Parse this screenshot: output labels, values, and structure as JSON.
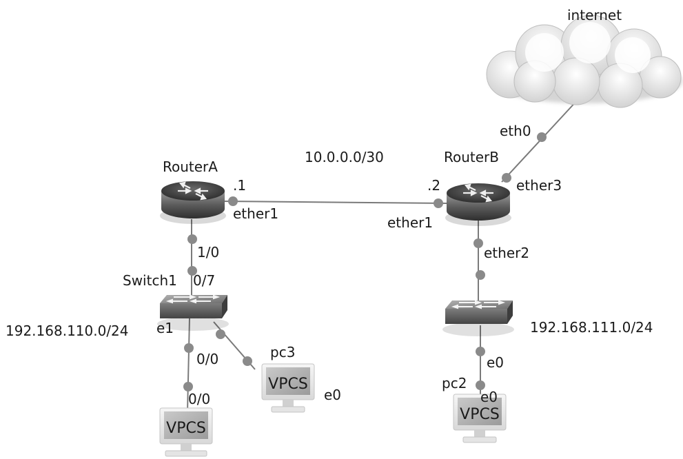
{
  "nodes": {
    "cloud": {
      "label": "internet"
    },
    "routerA": {
      "label": "RouterA"
    },
    "routerB": {
      "label": "RouterB"
    },
    "switch1": {
      "label": "Switch1"
    },
    "pc3": {
      "label": "pc3",
      "screen": "VPCS"
    },
    "pc2": {
      "label": "pc2",
      "screen": "VPCS"
    },
    "pcLeft": {
      "screen": "VPCS"
    }
  },
  "networks": {
    "wan": "10.0.0.0/30",
    "lanA": "192.168.110.0/24",
    "lanB": "192.168.111.0/24"
  },
  "ports": {
    "cloud_eth0": "eth0",
    "routerB_ether3": "ether3",
    "routerA_addr": ".1",
    "routerA_ether1": "ether1",
    "routerB_addr": ".2",
    "routerB_ether1": "ether1",
    "routerA_1_0": "1/0",
    "switch1_0_7": "0/7",
    "routerB_ether2": "ether2",
    "switch1_e1": "e1",
    "switch1_0_0": "0/0",
    "pcLeft_0_0": "0/0",
    "pc3_e0": "e0",
    "switchB_e0": "e0",
    "pc2_e0": "e0"
  },
  "colors": {
    "link": "#7a7a7a",
    "port_dot": "#888888",
    "router_body": "#5a5a5a",
    "router_top": "#3e3e3e",
    "switch_body": "#6a6a6a"
  }
}
